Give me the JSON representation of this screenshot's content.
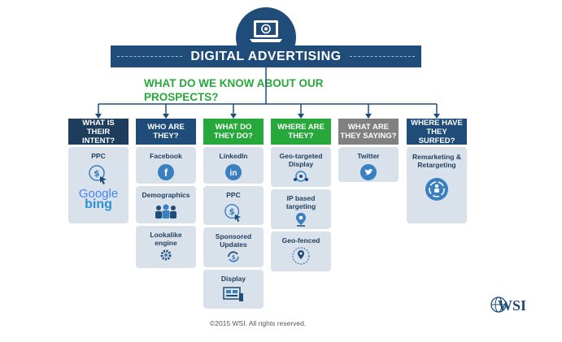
{
  "title": "DIGITAL ADVERTISING",
  "subtitle": "WHAT DO WE KNOW ABOUT OUR PROSPECTS?",
  "columns": [
    {
      "heading": "WHAT IS THEIR INTENT?",
      "color": "#1e3c5c",
      "items": [
        {
          "label": "PPC",
          "icon": "ppc-cursor-icon"
        }
      ],
      "extra": [
        "Google",
        "bing"
      ]
    },
    {
      "heading": "WHO ARE THEY?",
      "color": "#1f4c78",
      "items": [
        {
          "label": "Facebook",
          "icon": "facebook-icon"
        },
        {
          "label": "Demographics",
          "icon": "people-icon"
        },
        {
          "label": "Lookalike engine",
          "icon": "gear-icon"
        }
      ]
    },
    {
      "heading": "WHAT DO THEY DO?",
      "color": "#27a83a",
      "items": [
        {
          "label": "LinkedIn",
          "icon": "linkedin-icon"
        },
        {
          "label": "PPC",
          "icon": "ppc-cursor-icon"
        },
        {
          "label": "Sponsored Updates",
          "icon": "refresh-icon"
        },
        {
          "label": "Display",
          "icon": "display-icon"
        }
      ]
    },
    {
      "heading": "WHERE ARE THEY?",
      "color": "#27a83a",
      "items": [
        {
          "label": "Geo-targeted Display",
          "icon": "geo-target-icon"
        },
        {
          "label": "IP based targeting",
          "icon": "location-pin-icon"
        },
        {
          "label": "Geo-fenced",
          "icon": "geo-fence-icon"
        }
      ]
    },
    {
      "heading": "WHAT ARE THEY SAYING?",
      "color": "#808080",
      "items": [
        {
          "label": "Twitter",
          "icon": "twitter-icon"
        }
      ]
    },
    {
      "heading": "WHERE HAVE THEY SURFED?",
      "color": "#1f4c78",
      "items": [
        {
          "label": "Remarketing & Retargeting",
          "icon": "cycle-icon"
        }
      ]
    }
  ],
  "copyright": "©2015 WSI. All rights reserved.",
  "logo": "WSI"
}
